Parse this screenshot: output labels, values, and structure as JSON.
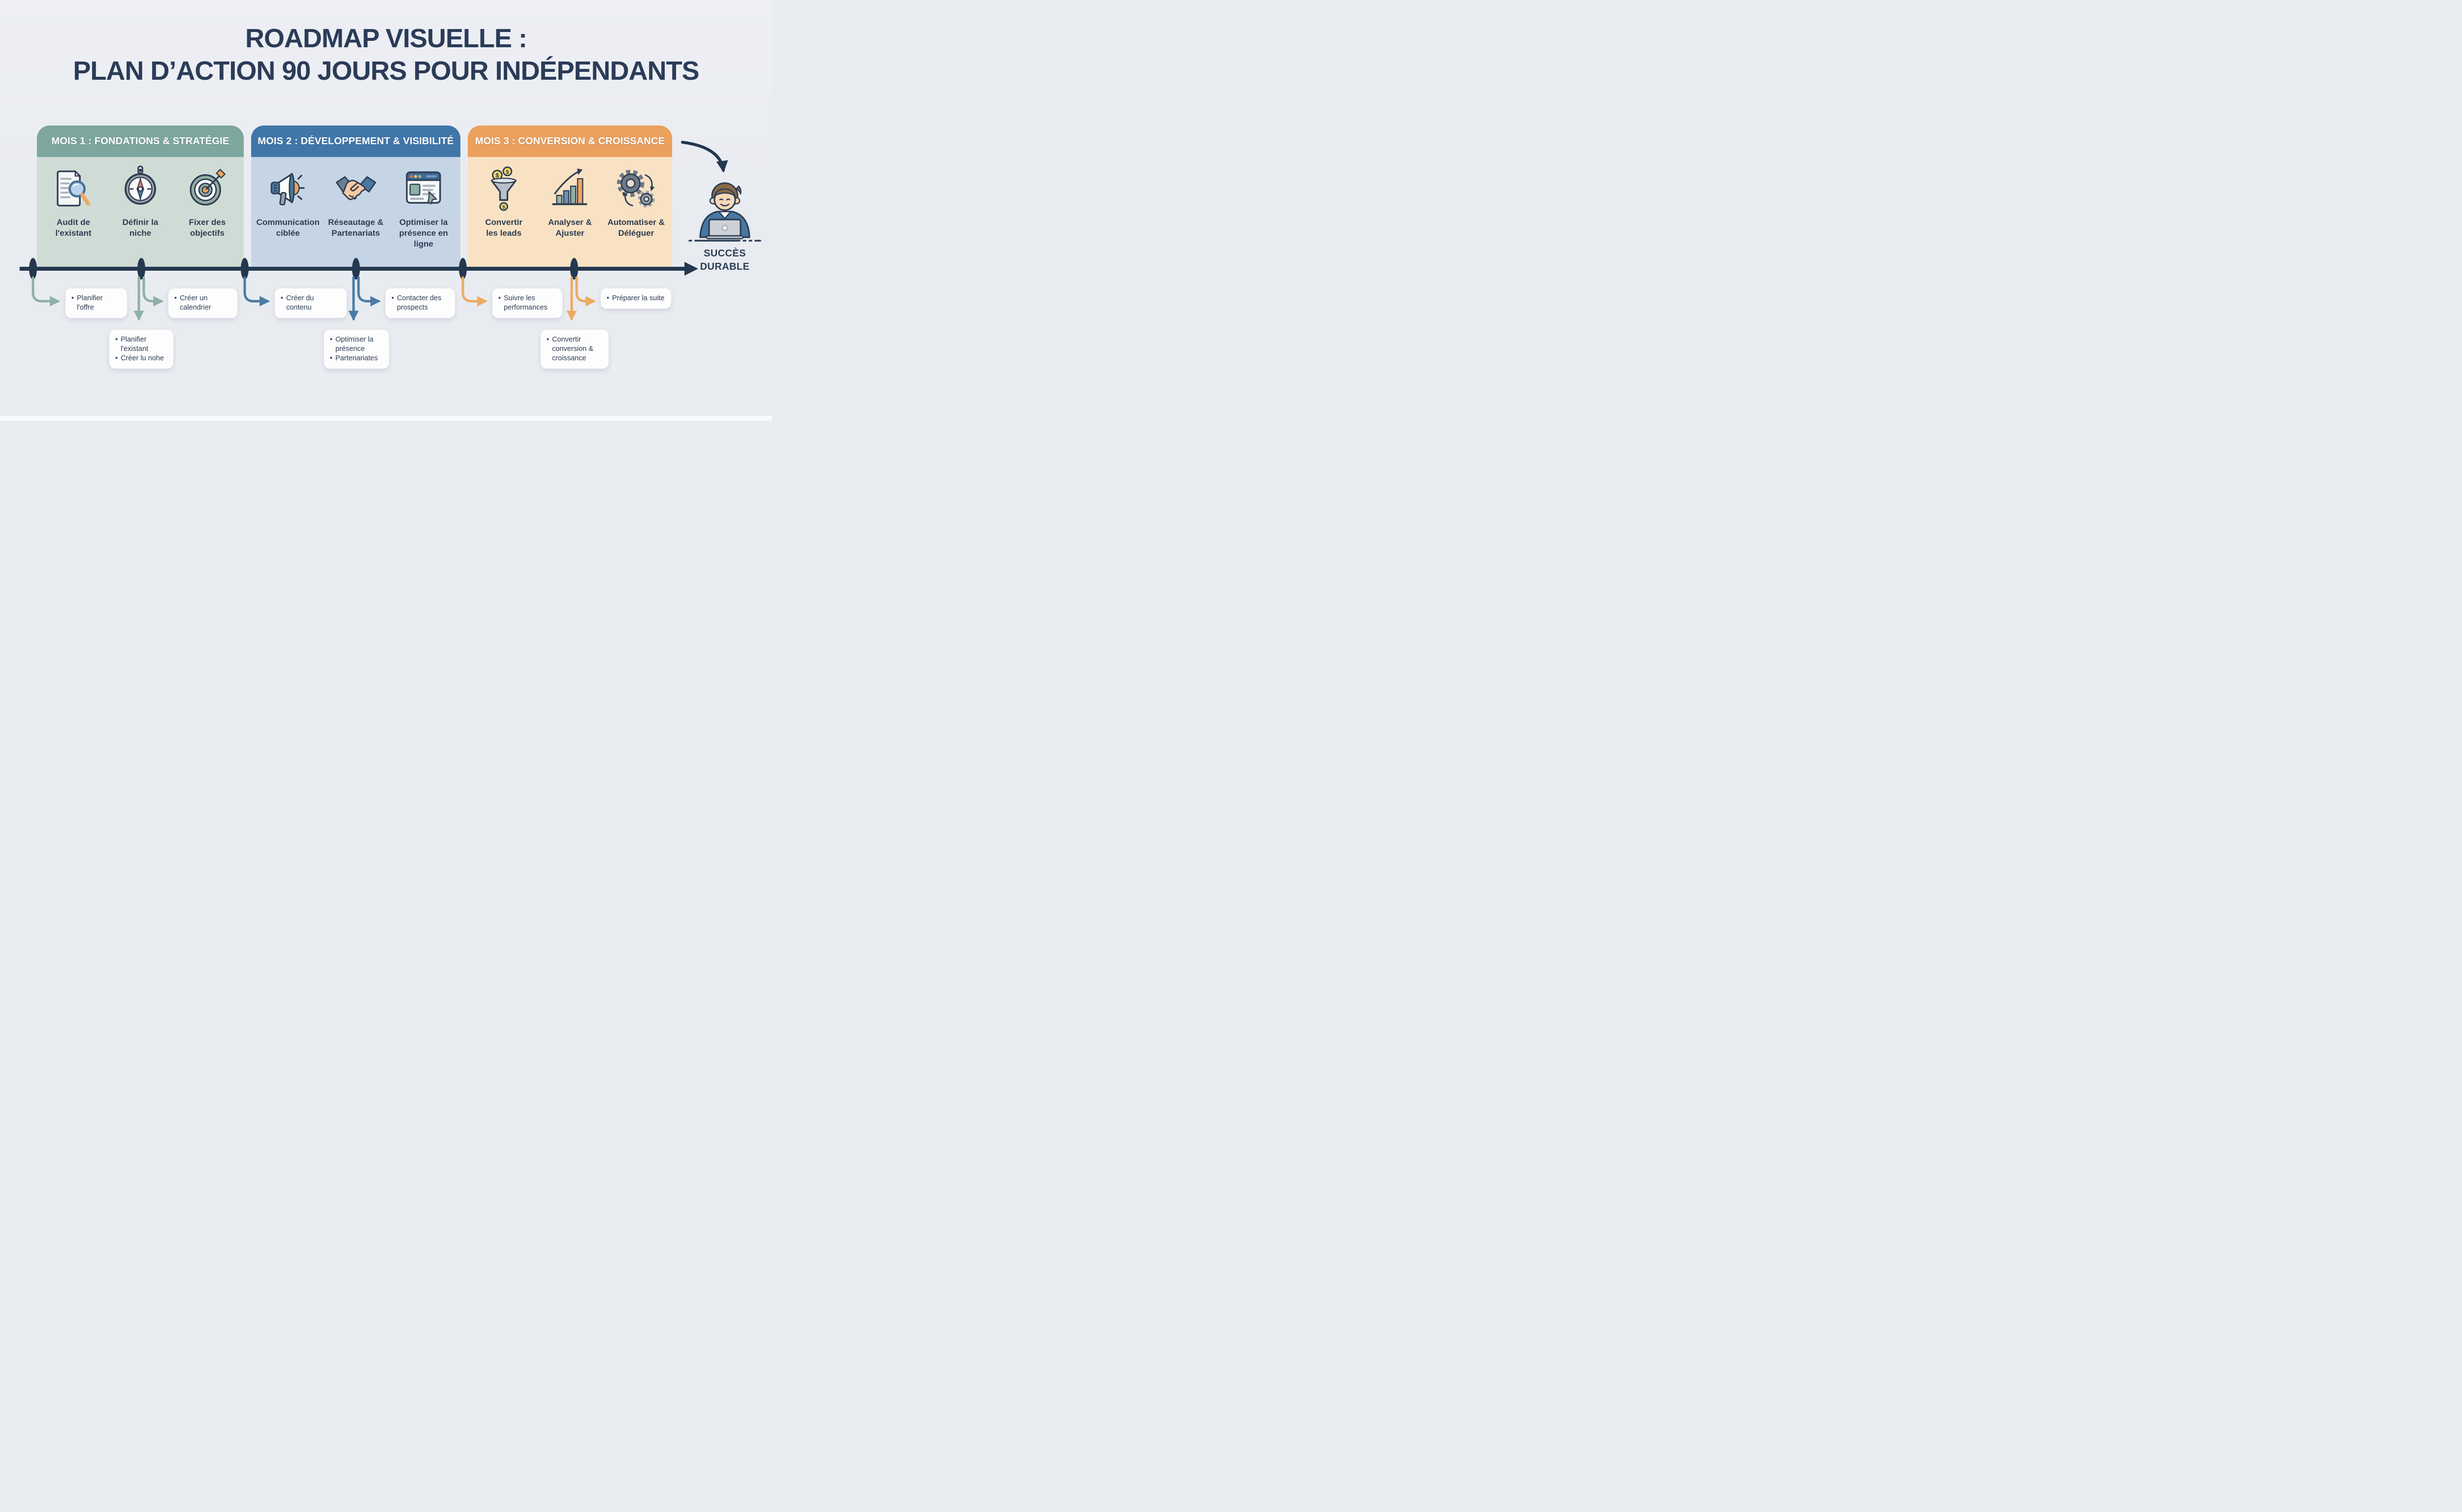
{
  "ui": {
    "bullet": "•"
  },
  "title": {
    "line1": "ROADMAP VISUELLE :",
    "line2": "PLAN D’ACTION 90 JOURS POUR INDÉPENDANTS"
  },
  "months": [
    {
      "header": "MOIS 1 : FONDATIONS & STRATÉGIE",
      "header_color": "#7da79e",
      "body_color": "#cfdcd5",
      "arrow_color": "#8fb0a4",
      "items": [
        {
          "icon": "document-magnifier-icon",
          "label": "Audit de\nl'existant"
        },
        {
          "icon": "compass-icon",
          "label": "Définir la\nniche"
        },
        {
          "icon": "target-icon",
          "label": "Fixer des\nobjectifs"
        }
      ]
    },
    {
      "header": "MOIS 2 : DÉVELOPPEMENT & VISIBILITÉ",
      "header_color": "#4176a9",
      "body_color": "#c6d5e6",
      "arrow_color": "#4b7ca6",
      "items": [
        {
          "icon": "megaphone-icon",
          "label": "Communication\nciblée"
        },
        {
          "icon": "handshake-icon",
          "label": "Réseautage &\nPartenariats"
        },
        {
          "icon": "browser-icon",
          "label": "Optimiser la\nprésence en ligne"
        }
      ]
    },
    {
      "header": "MOIS 3 : CONVERSION & CROISSANCE",
      "header_color": "#eba05d",
      "body_color": "#f8e2c3",
      "arrow_color": "#edaa63",
      "items": [
        {
          "icon": "funnel-coins-icon",
          "label": "Convertir\nles leads"
        },
        {
          "icon": "growth-chart-icon",
          "label": "Analyser &\nAjuster"
        },
        {
          "icon": "gears-icon",
          "label": "Automatiser &\nDéléguer"
        }
      ]
    }
  ],
  "callouts": {
    "row1": [
      {
        "items": [
          "Planifier l'offre"
        ]
      },
      {
        "items": [
          "Créer un calendrier"
        ]
      },
      {
        "items": [
          "Créer du contenu"
        ]
      },
      {
        "items": [
          "Contacter des prospects"
        ]
      },
      {
        "items": [
          "Suivre les performances"
        ]
      },
      {
        "items": [
          "Préparer la suite"
        ]
      }
    ],
    "row2": [
      {
        "items": [
          "Planifier l'existant",
          "Créer lu nohe"
        ]
      },
      {
        "items": [
          "Optimiser la présence",
          "Partenariates"
        ]
      },
      {
        "items": [
          "Convertir conversion & croissance"
        ]
      }
    ]
  },
  "success": {
    "line1": "SUCCÈS",
    "line2": "DURABLE"
  },
  "colors": {
    "background": "#e9ecf0",
    "title_text": "#2b3c58",
    "timeline": "#24384f",
    "callout_bg": "#fdfdfe",
    "label_text": "#2e3d52"
  }
}
